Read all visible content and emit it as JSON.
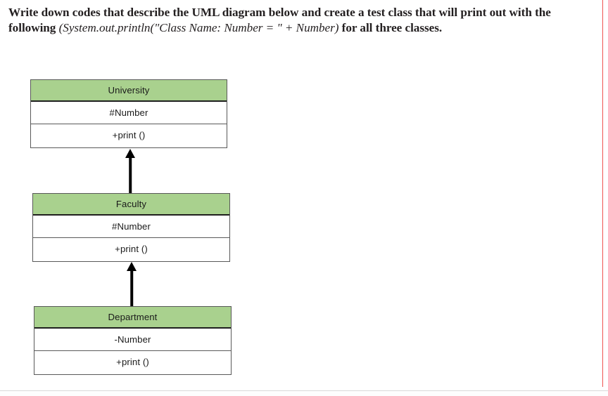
{
  "prompt": {
    "segment_1": "Write down codes that describe the UML diagram below and create a test class that will print out with the following ",
    "segment_code": "(System.out.println(\"Class Name: Number = \" +  Number)",
    "segment_2": " for all three classes."
  },
  "diagram": {
    "type": "uml-class-diagram",
    "relationship": "generalization",
    "classes": [
      {
        "id": "university",
        "name": "University",
        "attribute": "#Number",
        "operation": "+print ()",
        "header_color": "#A9D18E"
      },
      {
        "id": "faculty",
        "name": "Faculty",
        "attribute": "#Number",
        "operation": "+print ()",
        "header_color": "#A9D18E"
      },
      {
        "id": "department",
        "name": "Department",
        "attribute": "-Number",
        "operation": "+print ()",
        "header_color": "#A9D18E"
      }
    ],
    "arrows": [
      {
        "id": "faculty-to-university",
        "from": "Faculty",
        "to": "University",
        "kind": "inheritance-arrow-icon"
      },
      {
        "id": "department-to-faculty",
        "from": "Department",
        "to": "Faculty",
        "kind": "inheritance-arrow-icon"
      }
    ]
  },
  "colors": {
    "class_header": "#A9D18E",
    "class_border": "#595959",
    "arrow": "#000000",
    "page_rule_right": "#EF5350",
    "page_rule_bottom": "#D8D8D8",
    "text": "#231F20"
  }
}
